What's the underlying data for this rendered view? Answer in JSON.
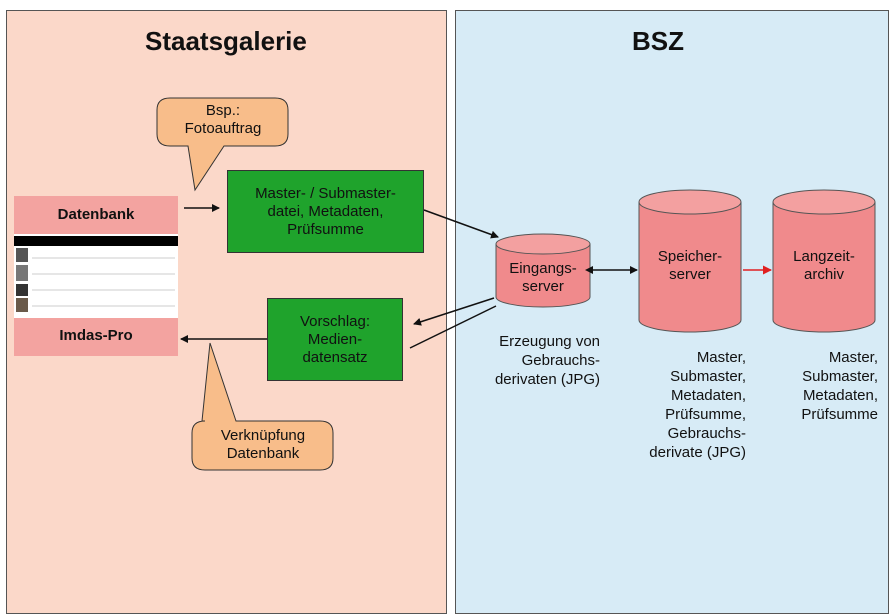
{
  "panels": {
    "left_title": "Staatsgalerie",
    "right_title": "BSZ"
  },
  "callouts": {
    "top": "Bsp.:\nFotoauftrag",
    "bottom": "Verknüpfung\nDatenbank"
  },
  "database": {
    "top_label": "Datenbank",
    "bottom_label": "Imdas-Pro"
  },
  "boxes": {
    "master": "Master- / Submaster-\ndatei, Metadaten,\nPrüfsumme",
    "vorschlag": "Vorschlag:\nMedien-\ndatensatz"
  },
  "servers": {
    "eingang": "Eingangs-\nserver",
    "speicher": "Speicher-\nserver",
    "langzeit": "Langzeit-\narchiv"
  },
  "captions": {
    "eingang": "Erzeugung von\nGebrauchs-\nderivaten (JPG)",
    "speicher": "Master,\nSubmaster,\nMetadaten,\nPrüfsumme,\nGebrauchs-\nderivate (JPG)",
    "langzeit": "Master,\nSubmaster,\nMetadaten,\nPrüfsumme"
  },
  "colors": {
    "left_bg": "#fbd8c9",
    "right_bg": "#d7ebf6",
    "green_box": "#1fa32c",
    "cylinder": "#f08a8c",
    "callout": "#f8bd8a",
    "red_arrow": "#e02020"
  }
}
